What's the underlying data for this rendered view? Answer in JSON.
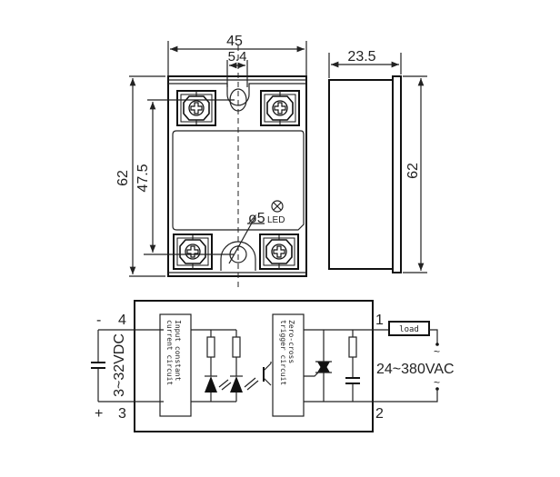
{
  "front_view": {
    "width_label": "45",
    "slot_label": "5.4",
    "height_label": "62",
    "mount_spacing_label": "47.5",
    "led_label": "ø5",
    "led_suffix": "LED"
  },
  "side_view": {
    "depth_label": "23.5",
    "height_label": "62"
  },
  "circuit": {
    "input": {
      "terminal_neg_sign": "-",
      "terminal_neg_num": "4",
      "terminal_pos_sign": "+",
      "terminal_pos_num": "3",
      "voltage": "3~32VDC",
      "block_line1": "Input constant",
      "block_line2": "current circuit"
    },
    "output": {
      "terminal_1": "1",
      "terminal_2": "2",
      "block_line1": "Zero-cross",
      "block_line2": "trigger circuit",
      "load_label": "load",
      "voltage": "24~380VAC",
      "ac_symbol_top": "~",
      "ac_symbol_bottom": "~"
    }
  }
}
